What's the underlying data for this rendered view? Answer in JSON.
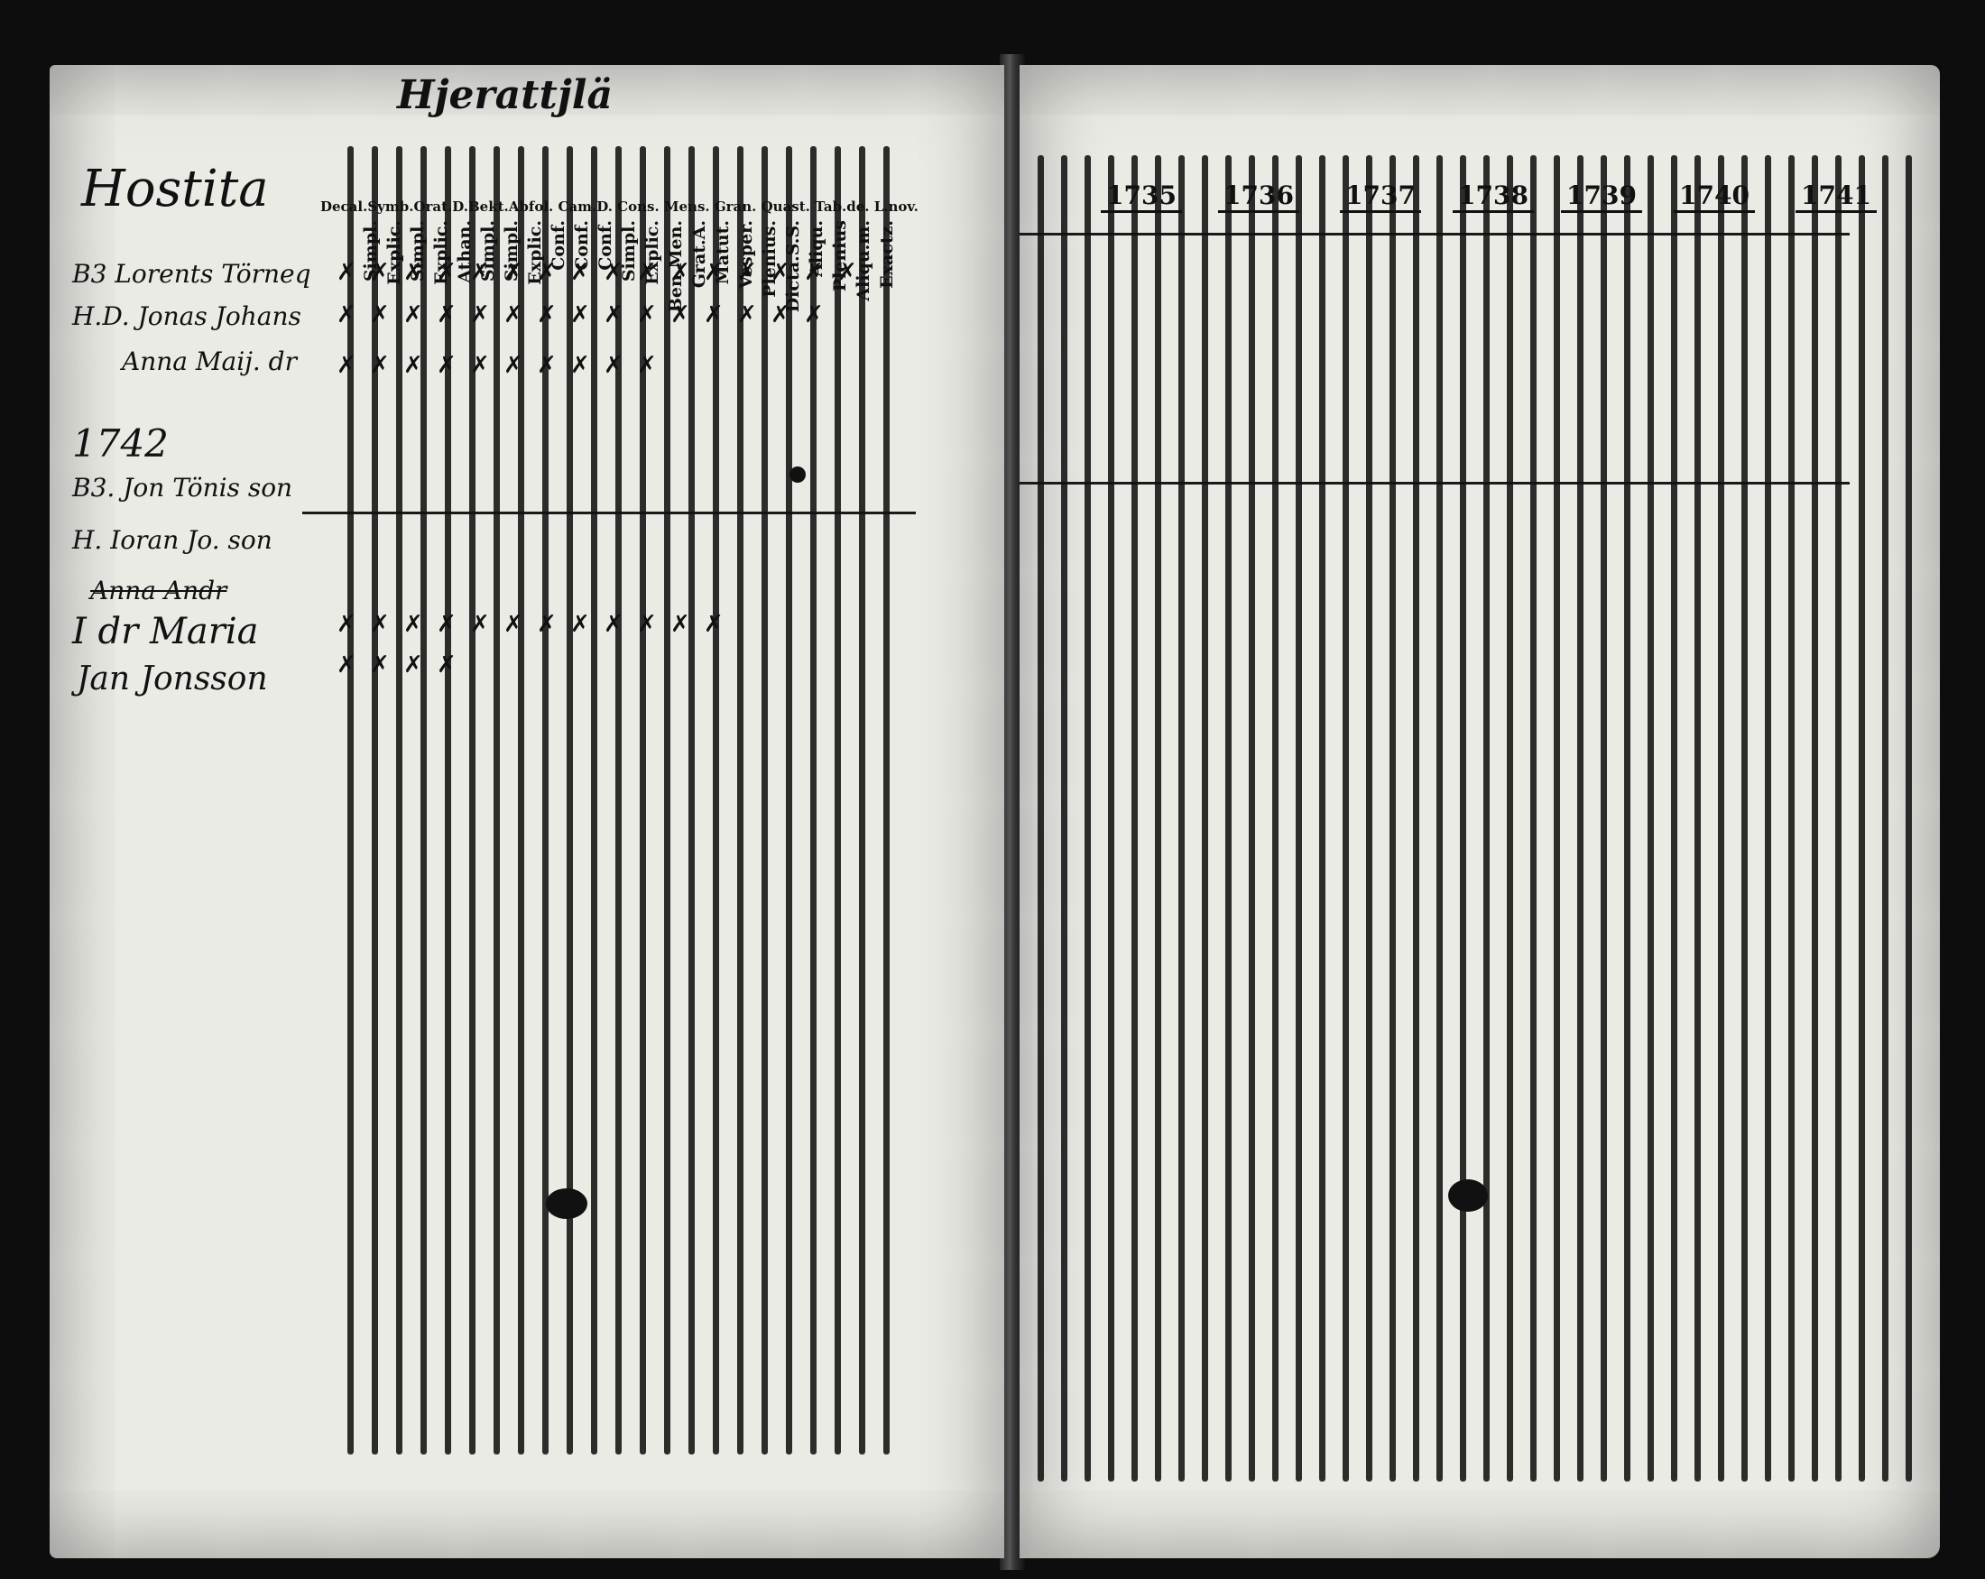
{
  "document": {
    "title": "Hjerattjlä",
    "header_strip": "Decal.Symb.Orat.D.Bekt.Abfol. Cam.D. Cons. Mens. Gran. Quast. Tab.de. L.nov.",
    "column_heads": [
      "Simpl.",
      "Explic.",
      "Simpl.",
      "Explic.",
      "Athan.",
      "Simpl.",
      "Simpl.",
      "Explic.",
      "Conf.",
      "Conf.",
      "Conf.",
      "Simpl.",
      "Explic.",
      "Ben.Men.",
      "Grat.A.",
      "Matut.",
      "Vesper.",
      "Plenius.",
      "Dicta.S.S.",
      "Aliqu.",
      "Plenius",
      "Aliqu.m.",
      "Exactz."
    ],
    "section_label": "Hostita",
    "entries": [
      {
        "name": "B3 Lorents Törneq"
      },
      {
        "name": "H.D. Jonas Johans"
      },
      {
        "name": "Anna Maij. dr"
      },
      {
        "name": "1742"
      },
      {
        "name": "B3. Jon Tönis son"
      },
      {
        "name": "H. Ioran Jo. son"
      },
      {
        "name": "Anna Andr"
      },
      {
        "name": "I dr Maria"
      },
      {
        "name": "Jan Jonsson"
      }
    ],
    "years": [
      "1735",
      "1736",
      "1737",
      "1738",
      "1739",
      "1740",
      "1741"
    ]
  }
}
